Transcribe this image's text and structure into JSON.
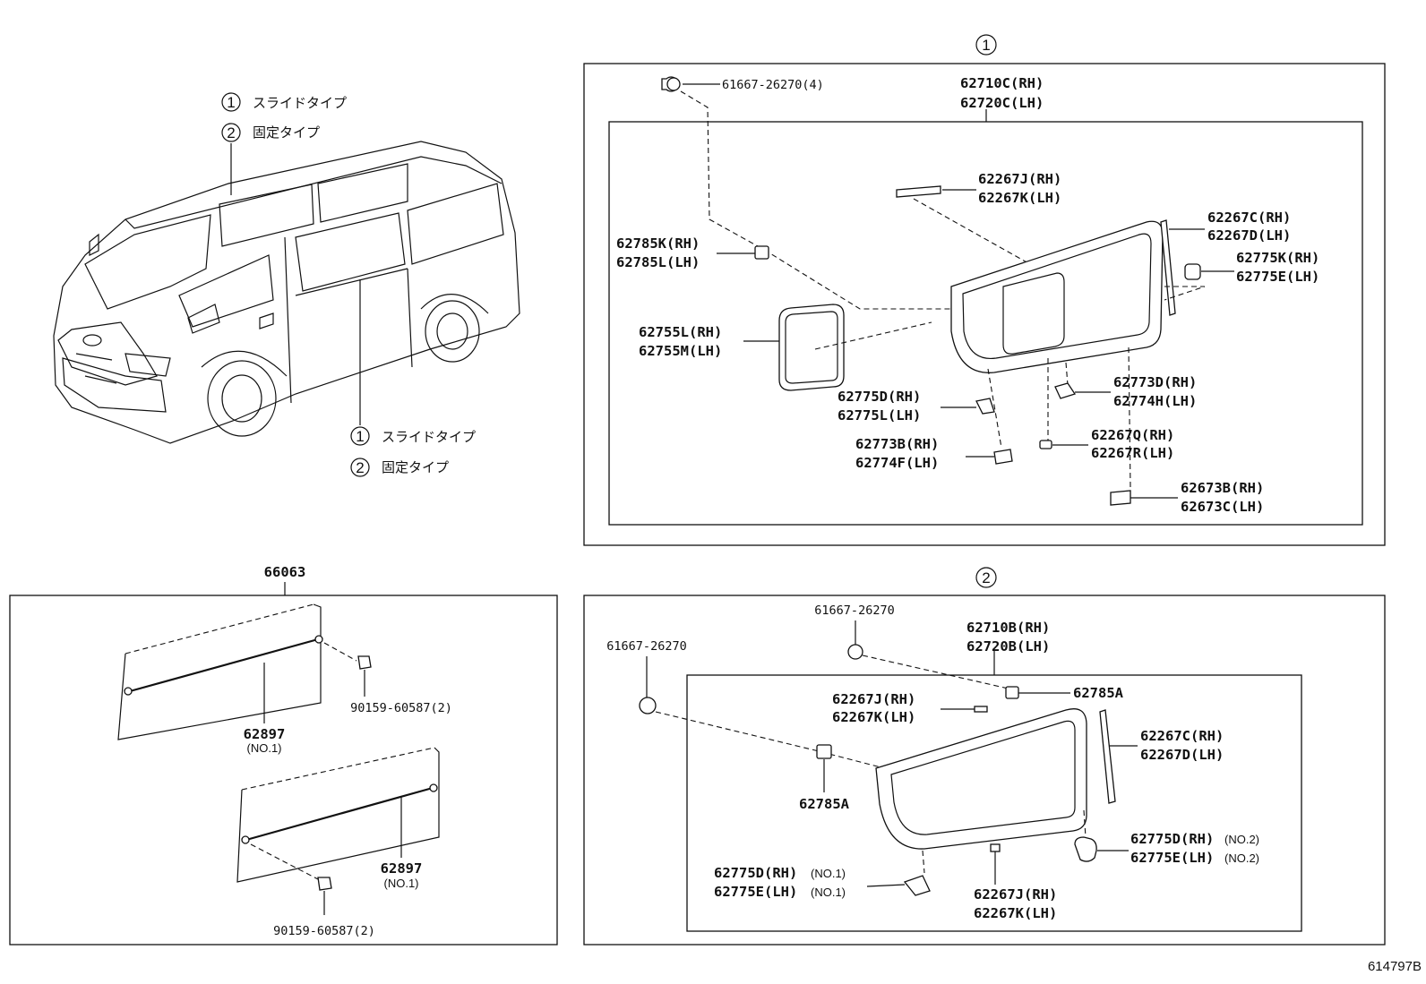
{
  "diagram_id": "614797B",
  "legend_top": {
    "item1": {
      "marker": "1",
      "text": "スライドタイプ"
    },
    "item2": {
      "marker": "2",
      "text": "固定タイプ"
    }
  },
  "legend_bottom": {
    "item1": {
      "marker": "1",
      "text": "スライドタイプ"
    },
    "item2": {
      "marker": "2",
      "text": "固定タイプ"
    }
  },
  "section1": {
    "marker": "1",
    "labels": {
      "clip_top": "61667-26270(4)",
      "window_rh": "62710C(RH)",
      "window_lh": "62720C(LH)",
      "spacer_j": "62267J(RH)",
      "spacer_k": "62267K(LH)",
      "strip_c": "62267C(RH)",
      "strip_d": "62267D(LH)",
      "stop_k": "62775K(RH)",
      "stop_e": "62775E(LH)",
      "clip_k": "62785K(RH)",
      "clip_l": "62785L(LH)",
      "glass_l": "62755L(RH)",
      "glass_m": "62755M(LH)",
      "latch_d": "62773D(RH)",
      "latch_h": "62774H(LH)",
      "pad_d": "62775D(RH)",
      "pad_l": "62775L(LH)",
      "spacer_q": "62267Q(RH)",
      "spacer_r": "62267R(LH)",
      "latch_b": "62773B(RH)",
      "latch_f": "62774F(LH)",
      "bracket_b": "62673B(RH)",
      "bracket_c": "62673C(LH)"
    }
  },
  "section2": {
    "marker": "2",
    "labels": {
      "clip_top": "61667-26270",
      "clip_left": "61667-26270",
      "window_rh": "62710B(RH)",
      "window_lh": "62720B(LH)",
      "clip_a_top": "62785A",
      "spacer_j": "62267J(RH)",
      "spacer_k": "62267K(LH)",
      "strip_c": "62267C(RH)",
      "strip_d": "62267D(LH)",
      "clip_a_mid": "62785A",
      "stop_d": "62775D(RH)",
      "stop_d_note": "(NO.2)",
      "stop_e": "62775E(LH)",
      "stop_e_note": "(NO.2)",
      "pad_d": "62775D(RH)",
      "pad_d_note": "(NO.1)",
      "pad_e": "62775E(LH)",
      "pad_e_note": "(NO.1)",
      "spacer_j2": "62267J(RH)",
      "spacer_k2": "62267K(LH)"
    }
  },
  "section3": {
    "title": "66063",
    "labels": {
      "bar1": "62897",
      "bar1_note": "(NO.1)",
      "bolt1": "90159-60587(2)",
      "bar2": "62897",
      "bar2_note": "(NO.1)",
      "bolt2": "90159-60587(2)"
    }
  }
}
